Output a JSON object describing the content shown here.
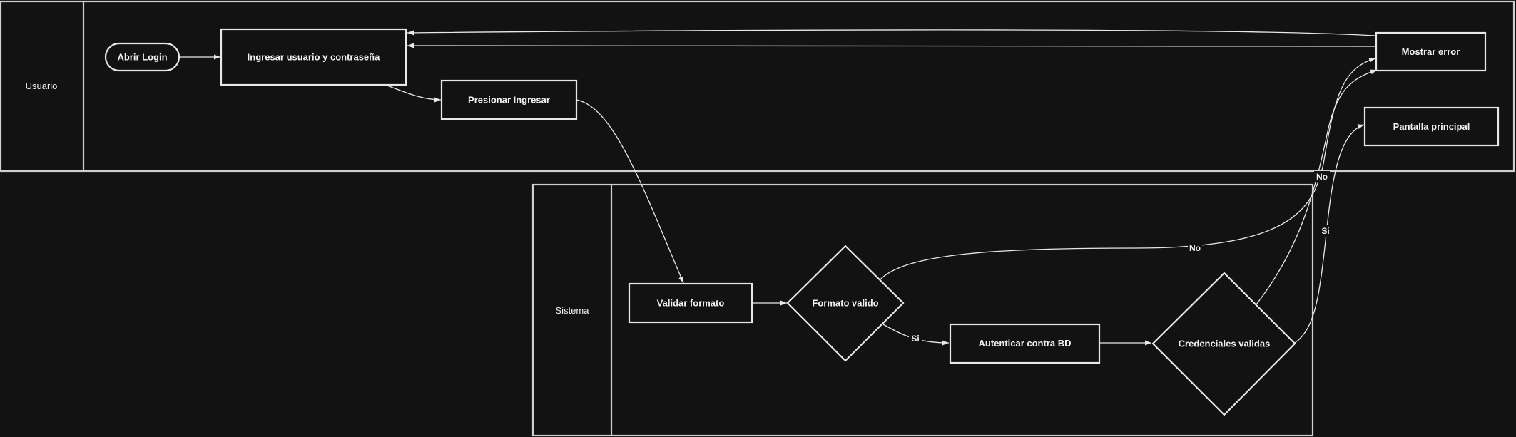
{
  "lanes": {
    "usuario": {
      "label": "Usuario"
    },
    "sistema": {
      "label": "Sistema"
    }
  },
  "nodes": {
    "abrir_login": "Abrir Login",
    "ingresar": "Ingresar usuario y contraseña",
    "presionar": "Presionar Ingresar",
    "mostrar_error": "Mostrar error",
    "pantalla_principal": "Pantalla principal",
    "validar_formato": "Validar formato",
    "formato_valido": "Formato valido",
    "autenticar": "Autenticar contra BD",
    "credenciales": "Credenciales validas"
  },
  "edge_labels": {
    "formato_si": "Si",
    "formato_no": "No",
    "cred_no": "No",
    "cred_si": "Si"
  },
  "colors": {
    "background": "#121212",
    "stroke": "#e8e8e8",
    "text": "#f2f2f2"
  }
}
